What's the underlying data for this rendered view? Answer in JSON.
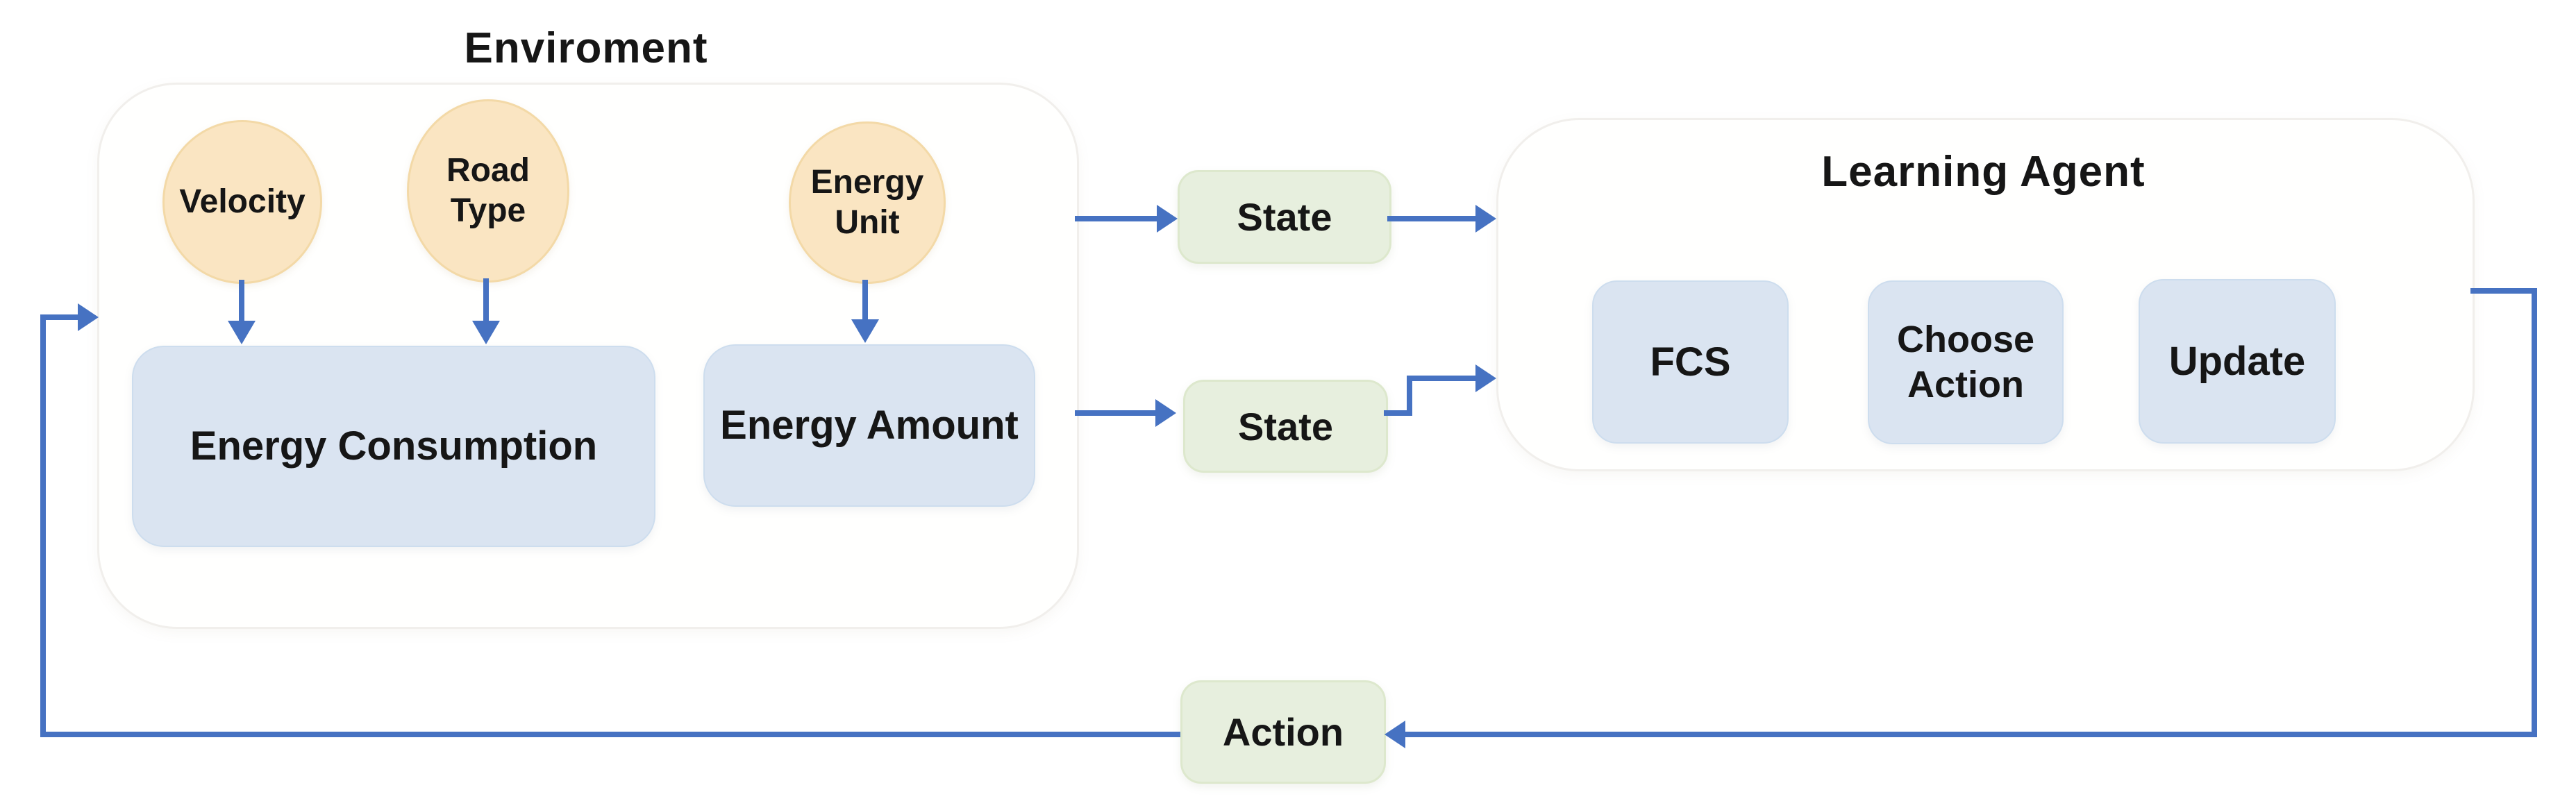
{
  "diagram_type": "reinforcement-learning-loop",
  "environment": {
    "title": "Enviroment",
    "circles": [
      {
        "label": "Velocity"
      },
      {
        "label": "Road Type"
      },
      {
        "label": "Energy Unit"
      }
    ],
    "boxes": [
      {
        "label": "Energy Consumption"
      },
      {
        "label": "Energy Amount"
      }
    ]
  },
  "agent": {
    "title": "Learning Agent",
    "boxes": [
      {
        "label": "FCS"
      },
      {
        "label": "Choose Action"
      },
      {
        "label": "Update"
      }
    ]
  },
  "connectors": {
    "state1": {
      "label": "State"
    },
    "state2": {
      "label": "State"
    },
    "action": {
      "label": "Action"
    }
  },
  "edges": [
    {
      "from": "Velocity",
      "to": "Energy Consumption"
    },
    {
      "from": "Road Type",
      "to": "Energy Consumption"
    },
    {
      "from": "Energy Unit",
      "to": "Energy Amount"
    },
    {
      "from": "Enviroment",
      "to": "State (top)"
    },
    {
      "from": "State (top)",
      "to": "Learning Agent"
    },
    {
      "from": "Enviroment",
      "to": "State (bottom)"
    },
    {
      "from": "State (bottom)",
      "to": "Learning Agent"
    },
    {
      "from": "Learning Agent",
      "to": "Action"
    },
    {
      "from": "Action",
      "to": "Enviroment"
    }
  ],
  "colors": {
    "arrow": "#4672c2",
    "circle_fill": "#fae5c2",
    "circle_border": "#f3d9a7",
    "blue_box_fill": "#dae4f1",
    "green_box_fill": "#e7efde",
    "container_border": "#f1efec",
    "text": "#161616",
    "background": "#ffffff"
  }
}
